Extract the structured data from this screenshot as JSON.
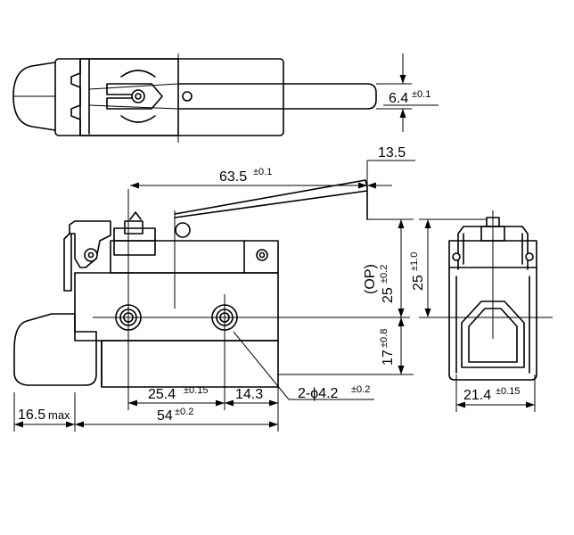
{
  "dimensions": {
    "top_width": "6.4",
    "top_width_tol": "±0.1",
    "lever_offset": "13.5",
    "lever_length": "63.5",
    "lever_length_tol": "±0.1",
    "op_label": "(OP)",
    "op_height": "25",
    "op_height_tol": "±0.2",
    "hole_height": "17",
    "hole_height_tol": "±0.8",
    "hole_spacing": "25.4",
    "hole_spacing_tol": "±0.15",
    "hole_offset": "14.3",
    "hole_spec": "2-ϕ4.2",
    "hole_spec_tol": "±0.2",
    "body_length": "54",
    "body_length_tol": "±0.2",
    "overhang": "16.5",
    "overhang_suffix": "max",
    "side_height": "25",
    "side_height_tol": "±1.0",
    "side_width": "21.4",
    "side_width_tol": "±0.15"
  }
}
